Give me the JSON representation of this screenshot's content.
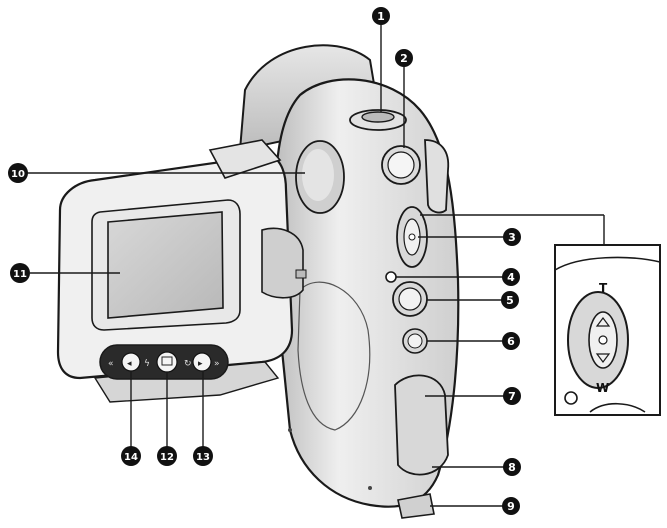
{
  "callouts": [
    {
      "id": "1",
      "label": "1"
    },
    {
      "id": "2",
      "label": "2"
    },
    {
      "id": "3",
      "label": "3"
    },
    {
      "id": "4",
      "label": "4"
    },
    {
      "id": "5",
      "label": "5"
    },
    {
      "id": "6",
      "label": "6"
    },
    {
      "id": "7",
      "label": "7"
    },
    {
      "id": "8",
      "label": "8"
    },
    {
      "id": "9",
      "label": "9"
    },
    {
      "id": "10",
      "label": "10"
    },
    {
      "id": "11",
      "label": "11"
    },
    {
      "id": "12",
      "label": "12"
    },
    {
      "id": "13",
      "label": "13"
    },
    {
      "id": "14",
      "label": "14"
    }
  ],
  "inset": {
    "tele_label": "T",
    "wide_label": "W"
  },
  "colors": {
    "outline": "#1a1a1a",
    "body_light": "#f2f2f2",
    "body_mid": "#d9d9d9",
    "body_dark": "#a9a9a9",
    "screen": "#c8c8c8",
    "callout_fill": "#111111"
  }
}
